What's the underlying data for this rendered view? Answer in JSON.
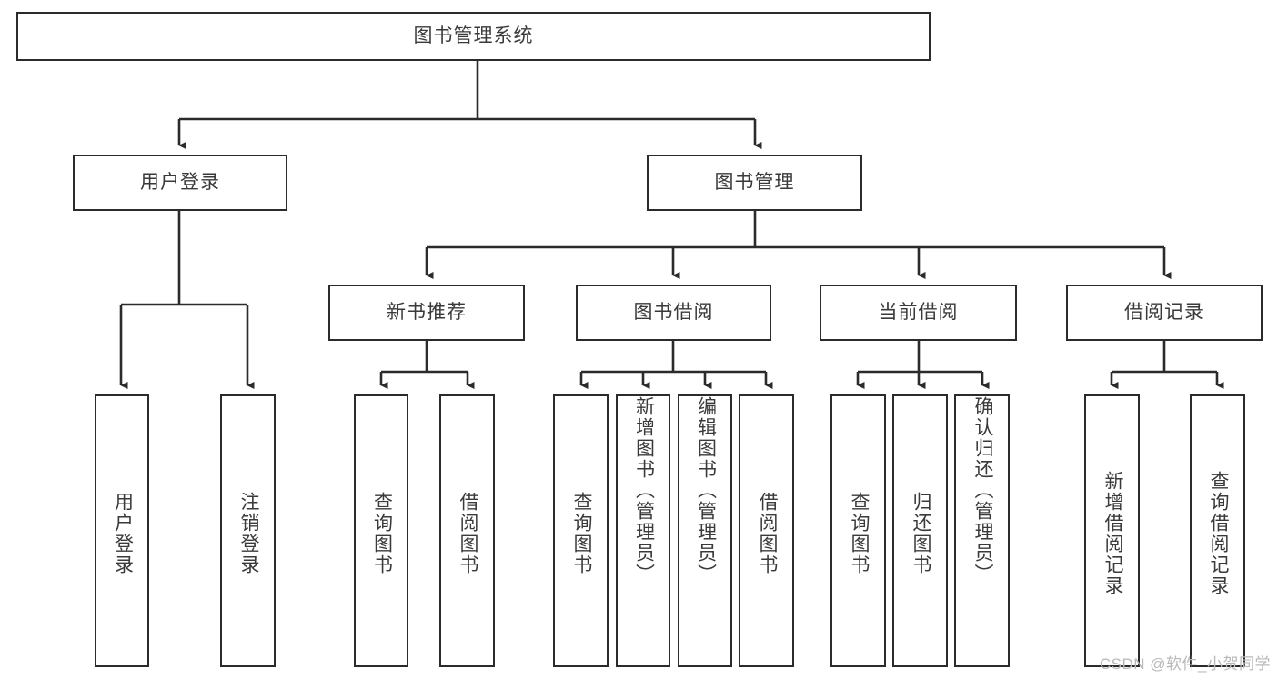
{
  "diagram": {
    "title": "图书管理系统",
    "watermark": "CSDN @软件_小贺同学",
    "root": {
      "label": "图书管理系统"
    },
    "level1": [
      {
        "label": "用户登录"
      },
      {
        "label": "图书管理"
      }
    ],
    "level2": [
      {
        "label": "新书推荐"
      },
      {
        "label": "图书借阅"
      },
      {
        "label": "当前借阅"
      },
      {
        "label": "借阅记录"
      }
    ],
    "leaves": {
      "user_login": [
        {
          "label": "用户登录"
        },
        {
          "label": "注销登录"
        }
      ],
      "new_book": [
        {
          "label": "查询图书"
        },
        {
          "label": "借阅图书"
        }
      ],
      "book_borrow": [
        {
          "label": "查询图书"
        },
        {
          "label": "新增图书（管理员）"
        },
        {
          "label": "编辑图书（管理员）"
        },
        {
          "label": "借阅图书"
        }
      ],
      "current_borrow": [
        {
          "label": "查询图书"
        },
        {
          "label": "归还图书"
        },
        {
          "label": "确认归还（管理员）"
        }
      ],
      "borrow_record": [
        {
          "label": "新增借阅记录"
        },
        {
          "label": "查询借阅记录"
        }
      ]
    },
    "colors": {
      "stroke": "#2b2b2b",
      "text": "#3a3a3a",
      "background": "#ffffff",
      "watermark": "#b9b9b9"
    }
  }
}
